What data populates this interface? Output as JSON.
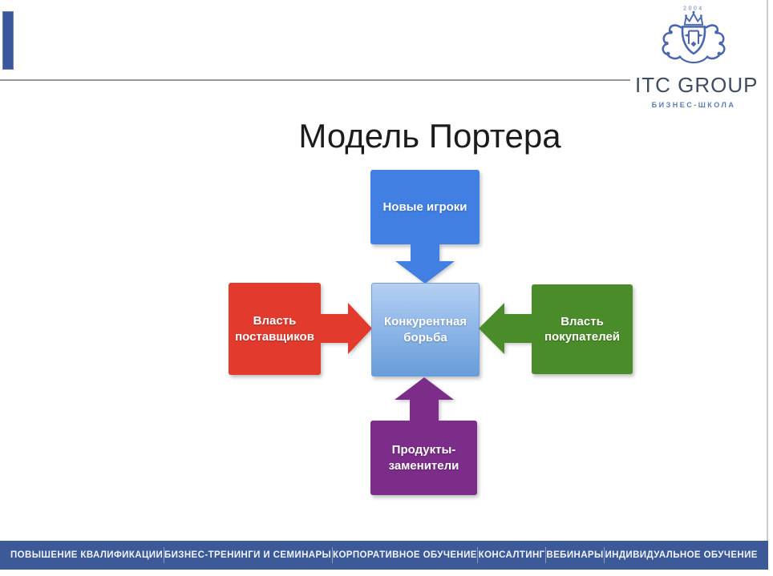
{
  "logo": {
    "year": "2004",
    "name": "ITC GROUP",
    "subtitle": "БИЗНЕС-ШКОЛА",
    "crest_color": "#4a67ae"
  },
  "title": "Модель Портера",
  "diagram": {
    "new_entrants": {
      "label": "Новые игроки",
      "color": "#4180e2"
    },
    "suppliers": {
      "label": "Власть\nпоставщиков",
      "color": "#e23b2e"
    },
    "rivalry": {
      "label": "Конкурентная\nборьба",
      "color_top": "#b5d0f2",
      "color_bottom": "#679dd9",
      "border": "#6f9ed8"
    },
    "buyers": {
      "label": "Власть\nпокупателей",
      "color": "#4b8c2a"
    },
    "substitutes": {
      "label": "Продукты-\nзаменители",
      "color": "#7c2d89"
    }
  },
  "footer": {
    "bg": "#3c5a97",
    "items": [
      "ПОВЫШЕНИЕ КВАЛИФИКАЦИИ",
      "БИЗНЕС-ТРЕНИНГИ И СЕМИНАРЫ",
      "КОРПОРАТИВНОЕ ОБУЧЕНИЕ",
      "КОНСАЛТИНГ",
      "ВЕБИНАРЫ",
      "ИНДИВИДУАЛЬНОЕ ОБУЧЕНИЕ"
    ]
  }
}
